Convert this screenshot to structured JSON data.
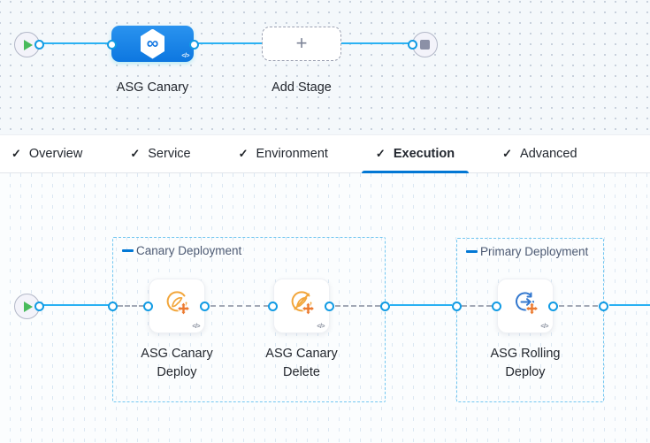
{
  "glyphs": {
    "check": "✓",
    "plus": "+",
    "code": "</>",
    "infinity": "∞"
  },
  "stage_graph": {
    "stage_name": "ASG Canary",
    "add_stage_label": "Add Stage"
  },
  "tabs": {
    "items": [
      {
        "label": "Overview",
        "state": "completed"
      },
      {
        "label": "Service",
        "state": "completed"
      },
      {
        "label": "Environment",
        "state": "completed"
      },
      {
        "label": "Execution",
        "state": "active"
      },
      {
        "label": "Advanced",
        "state": "completed"
      }
    ]
  },
  "execution_graph": {
    "groups": [
      {
        "label": "Canary Deployment",
        "steps": [
          {
            "name": "ASG Canary Deploy",
            "icon": "asg-canary-deploy-icon"
          },
          {
            "name": "ASG Canary Delete",
            "icon": "asg-canary-delete-icon"
          }
        ]
      },
      {
        "label": "Primary Deployment",
        "steps": [
          {
            "name": "ASG Rolling Deploy",
            "icon": "asg-rolling-deploy-icon"
          }
        ]
      }
    ]
  },
  "colors": {
    "accent_blue": "#0278d5",
    "connector_blue": "#2ab1f3",
    "port_blue": "#119be4",
    "stage_gradient_top": "#2a93ef",
    "stage_gradient_bottom": "#0d77e0",
    "group_border_blue": "#72c7f1",
    "success_green": "#49bb5c",
    "asg_orange": "#f2a63b",
    "arrows_orange": "#ec7a30",
    "rolling_blue": "#3579cf",
    "text_dark": "#22272f",
    "text_muted": "#4d5a73",
    "canvas_top_bg": "#f4f8fb",
    "canvas_bottom_bg": "#fbfdfe"
  }
}
